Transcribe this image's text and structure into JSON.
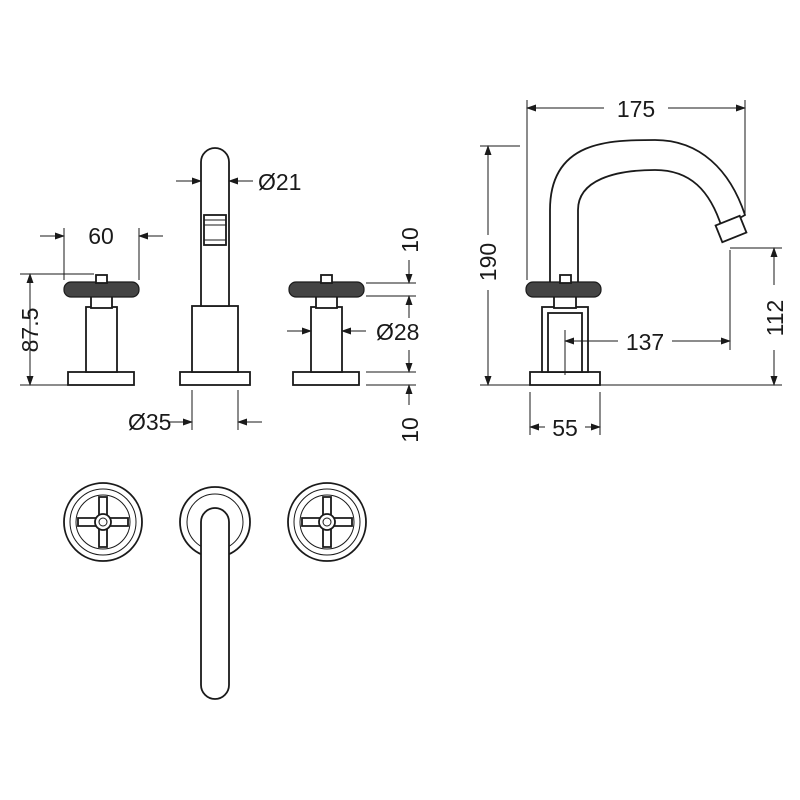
{
  "dimensions": {
    "handle_width": "60",
    "handle_height": "87.5",
    "spout_diameter": "Ø21",
    "base_diameter": "Ø35",
    "collar_top": "10",
    "collar_bottom": "10",
    "body_diameter": "Ø28",
    "spout_reach": "175",
    "total_height": "190",
    "outlet_height": "112",
    "outlet_projection": "137",
    "side_base_width": "55"
  },
  "colors": {
    "line": "#1a1a1a",
    "knurl": "#444444",
    "background": "#ffffff"
  }
}
